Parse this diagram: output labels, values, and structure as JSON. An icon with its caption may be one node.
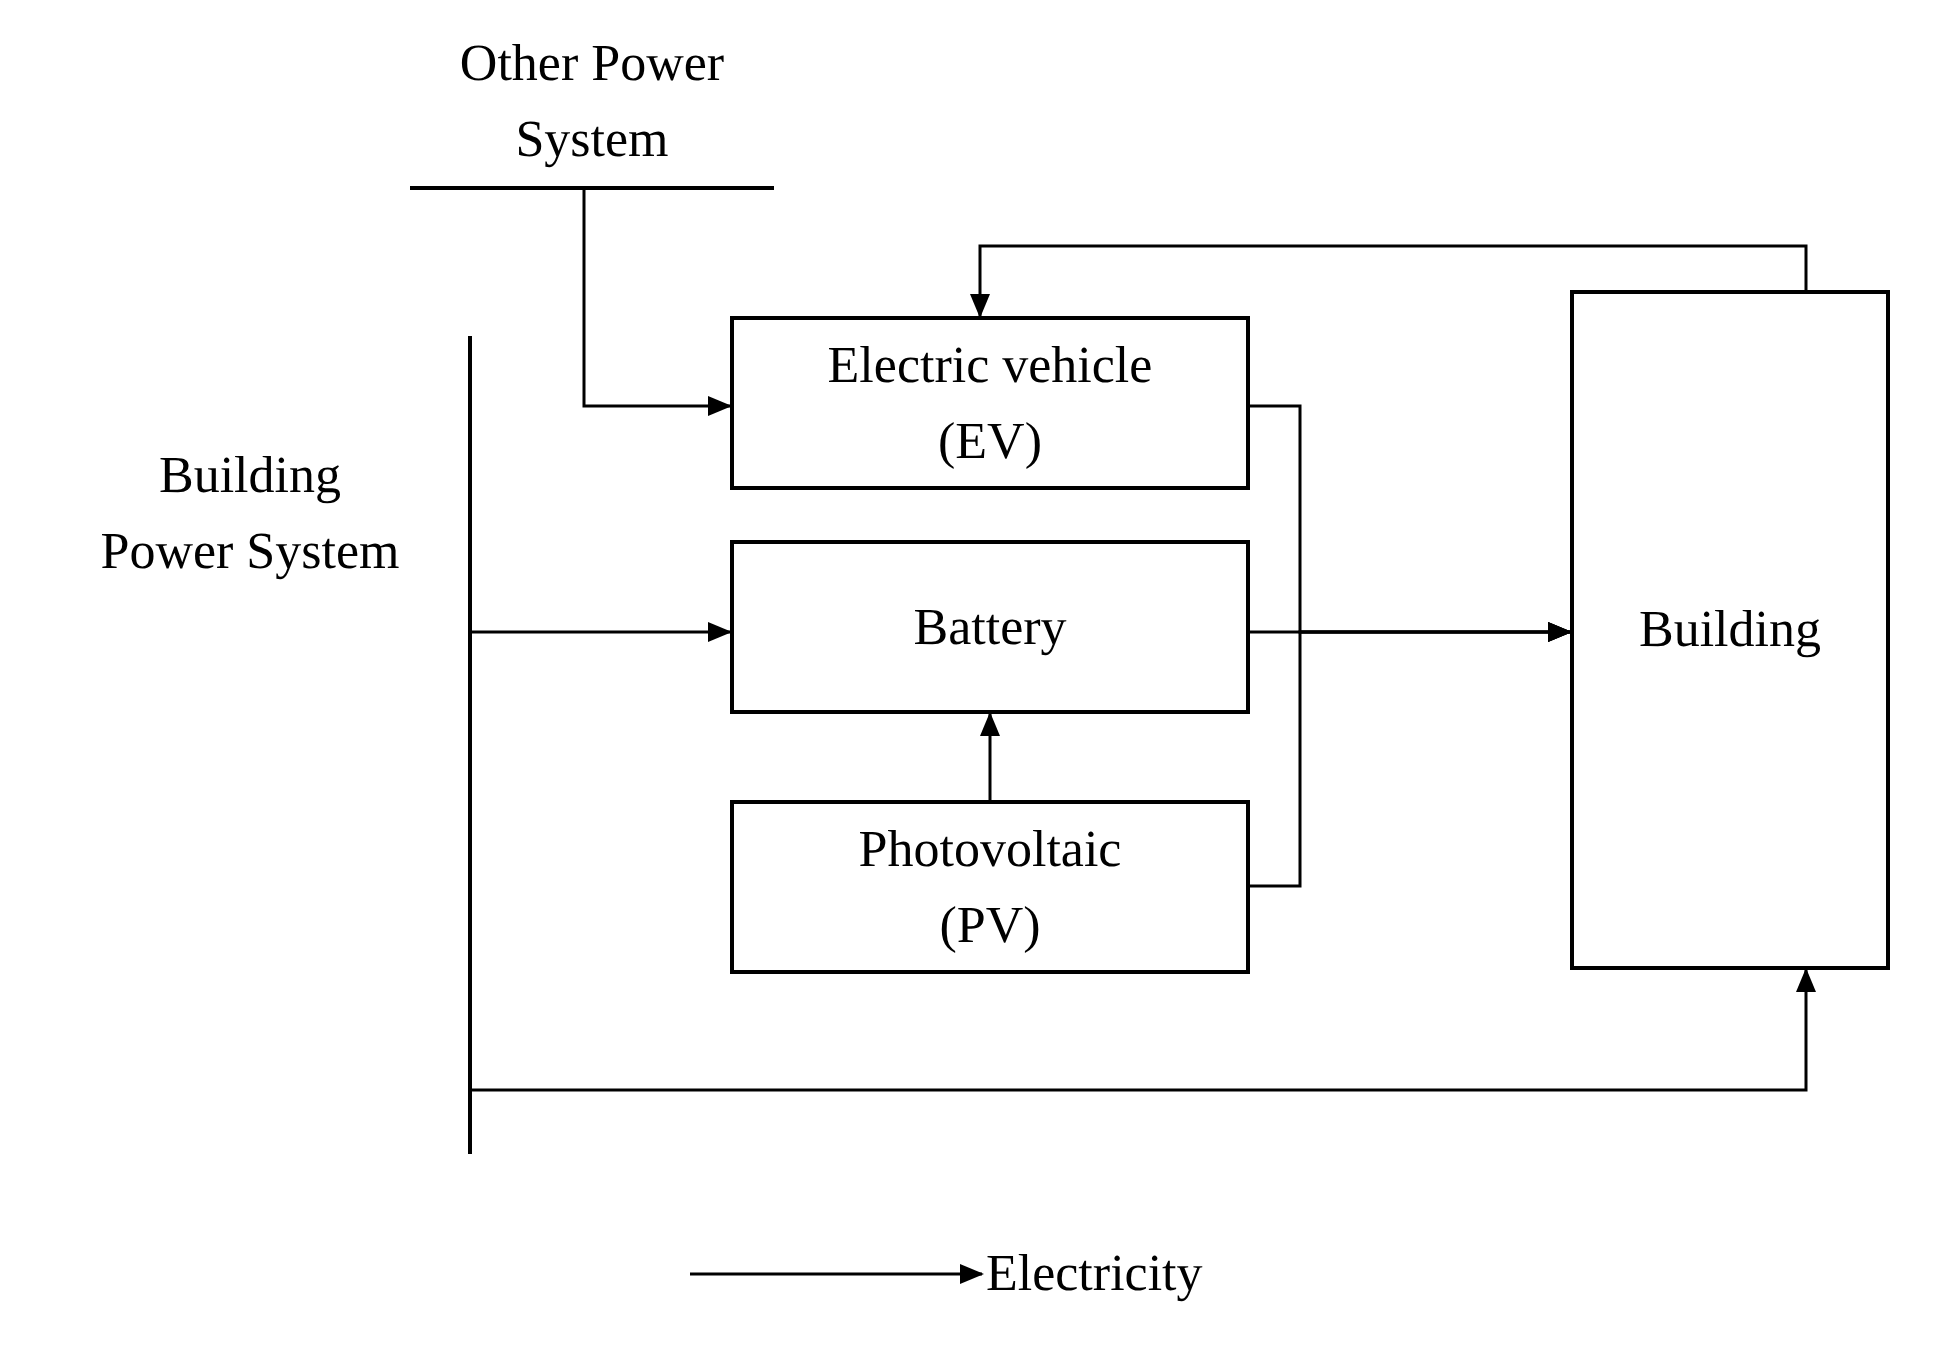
{
  "diagram": {
    "nodes": [
      {
        "text": [
          "Other Power System"
        ]
      },
      {
        "text": [
          "Building Power System"
        ]
      },
      {
        "text": [],
        "shape": "bar"
      },
      {
        "text": [
          "Electric vehicle (EV)"
        ]
      },
      {
        "text": [
          "Battery"
        ]
      },
      {
        "text": [
          "Photovoltaic (PV)"
        ]
      },
      {
        "text": [
          "Building"
        ]
      }
    ],
    "edges": [
      {
        "from": 0,
        "to": 3,
        "arrow": "to"
      },
      {
        "from": 2,
        "to": 4,
        "arrow": "to"
      },
      {
        "from": 5,
        "to": 4,
        "arrow": "to"
      },
      {
        "from": 3,
        "to": 6,
        "arrow": "to"
      },
      {
        "from": 4,
        "to": 6,
        "arrow": "to"
      },
      {
        "from": 5,
        "to": 6,
        "arrow": "to"
      },
      {
        "from": 6,
        "to": 3,
        "arrow": "to"
      },
      {
        "from": 2,
        "to": 6,
        "arrow": "to"
      }
    ],
    "legend": [
      {
        "text": "Electricity"
      }
    ]
  }
}
